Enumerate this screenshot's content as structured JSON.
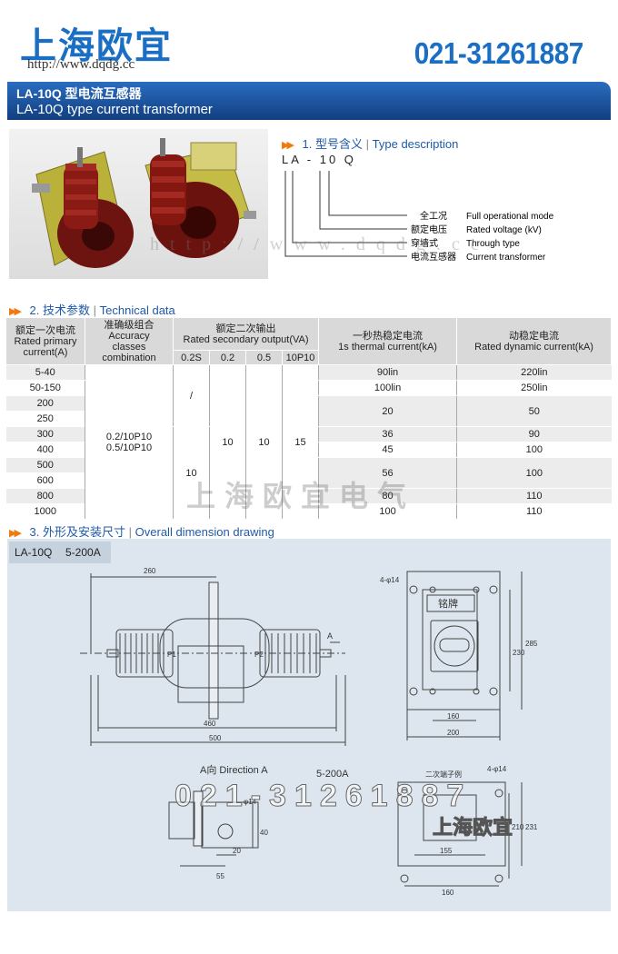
{
  "header": {
    "brand": "上海欧宜",
    "url": "http://www.dqdg.cc",
    "phone": "021-31261887"
  },
  "title": {
    "model_cn": "LA-10Q 型电流互感器",
    "model_en": "LA-10Q type current transformer"
  },
  "type_description": {
    "heading_num": "1.",
    "heading_cn": "型号含义",
    "heading_en": "Type description",
    "model_code": "LA - 10 Q",
    "items": [
      {
        "cn": "全工况",
        "en": "Full operational mode"
      },
      {
        "cn": "额定电压",
        "en": "Rated voltage (kV)"
      },
      {
        "cn": "穿墙式",
        "en": "Through type"
      },
      {
        "cn": "电流互感器",
        "en": "Current transformer"
      }
    ],
    "watermark": "http://www.dqdg.cc"
  },
  "technical": {
    "heading_num": "2.",
    "heading_cn": "技术参数",
    "heading_en": "Technical data",
    "headers": {
      "primary_cn": "额定一次电流",
      "primary_en1": "Rated primary",
      "primary_en2": "current(A)",
      "accuracy_cn": "准确级组合",
      "accuracy_en1": "Accuracy",
      "accuracy_en2": "classes",
      "accuracy_en3": "combination",
      "secondary_cn": "额定二次输出",
      "secondary_en": "Rated secondary output(VA)",
      "sub": [
        "0.2S",
        "0.2",
        "0.5",
        "10P10"
      ],
      "thermal_cn": "一秒热稳定电流",
      "thermal_en": "1s thermal current(kA)",
      "dynamic_cn": "动稳定电流",
      "dynamic_en": "Rated dynamic current(kA)"
    },
    "primary": [
      "5-40",
      "50-150",
      "200",
      "250",
      "300",
      "400",
      "500",
      "600",
      "800",
      "1000"
    ],
    "accuracy": [
      "0.2/10P10",
      "0.5/10P10"
    ],
    "sec_02s_a": "/",
    "sec_02s_b": "10",
    "sec_02": "10",
    "sec_05": "10",
    "sec_10p10": "15",
    "thermal": [
      "90lin",
      "100lin",
      "20",
      "36",
      "45",
      "56",
      "80",
      "100"
    ],
    "dynamic": [
      "220lin",
      "250lin",
      "50",
      "90",
      "100",
      "100",
      "110",
      "110"
    ],
    "watermark": "上海欧宜电气"
  },
  "drawing": {
    "heading_num": "3.",
    "heading_cn": "外形及安装尺寸",
    "heading_en": "Overall dimension drawing",
    "tag_model": "LA-10Q",
    "tag_range": "5-200A",
    "dims_side": {
      "d260": "260",
      "d460": "460",
      "d500": "500",
      "p1": "P1",
      "p2": "P2",
      "arrow_a": "A"
    },
    "dims_front": {
      "holes": "4-φ14",
      "nameplate": "铭牌",
      "d230": "230",
      "d285": "285",
      "d160": "160",
      "d200": "200"
    },
    "direction_a": "A向 Direction A",
    "range2": "5-200A",
    "dims_dir": {
      "hole": "φ14",
      "d40": "40",
      "d20": "20",
      "d55": "55"
    },
    "dims_bottom": {
      "terminal": "二次端子例",
      "holes": "4-φ14",
      "d155": "155",
      "d160": "160",
      "d210": "210",
      "d231": "231"
    },
    "watermark_phone": "021-31261887",
    "watermark_brand": "上海欧宜"
  }
}
